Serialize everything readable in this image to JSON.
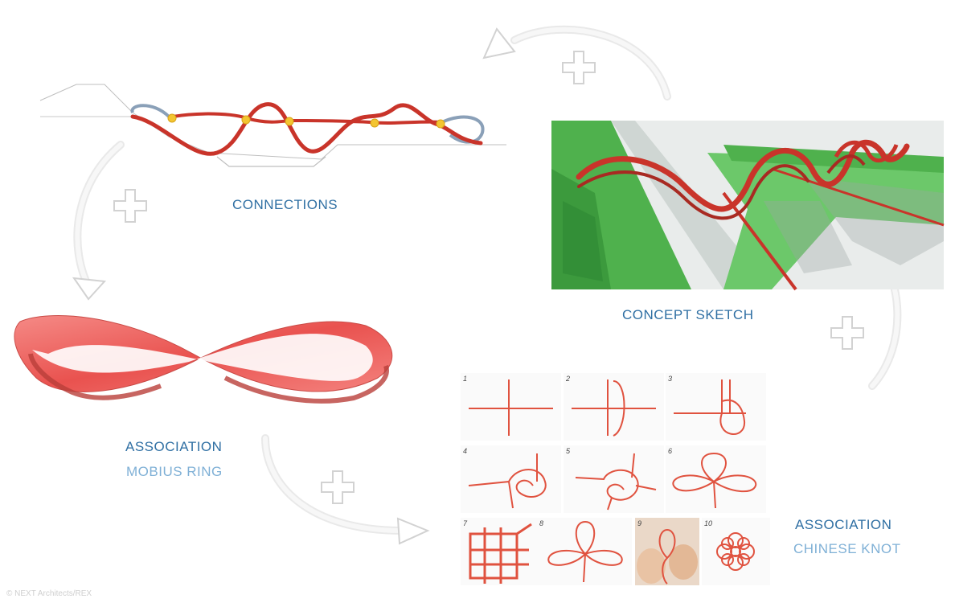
{
  "labels": {
    "connections": "CONNECTIONS",
    "concept_sketch": "CONCEPT SKETCH",
    "association_1": "ASSOCIATION",
    "mobius_ring": "MOBIUS RING",
    "association_2": "ASSOCIATION",
    "chinese_knot": "CHINESE KNOT"
  },
  "credit": "© NEXT Architects/REX",
  "knot_steps": [
    "1",
    "2",
    "3",
    "4",
    "5",
    "6",
    "7",
    "8",
    "9",
    "10"
  ],
  "colors": {
    "accent_red": "#d33a2c",
    "mobius": "#ef6a66",
    "green": "#5cc05a",
    "title_blue": "#2f6fa3",
    "sub_blue": "#7fb0d6"
  }
}
